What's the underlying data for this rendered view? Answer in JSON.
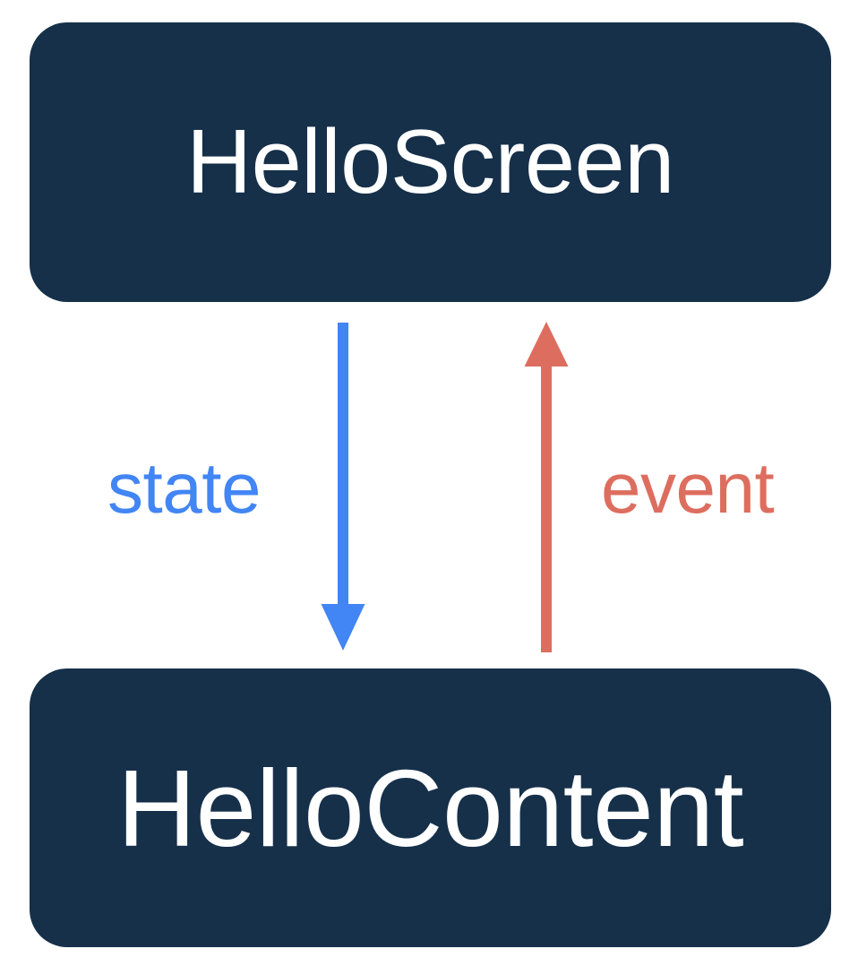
{
  "diagram": {
    "type": "flow-diagram",
    "title": "",
    "background_color": "#ffffff",
    "nodes": [
      {
        "id": "hello-screen",
        "label": "HelloScreen",
        "fill_color": "#16304a",
        "text_color": "#ffffff"
      },
      {
        "id": "hello-content",
        "label": "HelloContent",
        "fill_color": "#16304a",
        "text_color": "#ffffff"
      }
    ],
    "edges": [
      {
        "id": "state-edge",
        "label": "state",
        "color": "#4285f4",
        "from": "hello-screen",
        "to": "hello-content",
        "direction": "down"
      },
      {
        "id": "event-edge",
        "label": "event",
        "color": "#dd6e5f",
        "from": "hello-content",
        "to": "hello-screen",
        "direction": "up"
      }
    ]
  }
}
